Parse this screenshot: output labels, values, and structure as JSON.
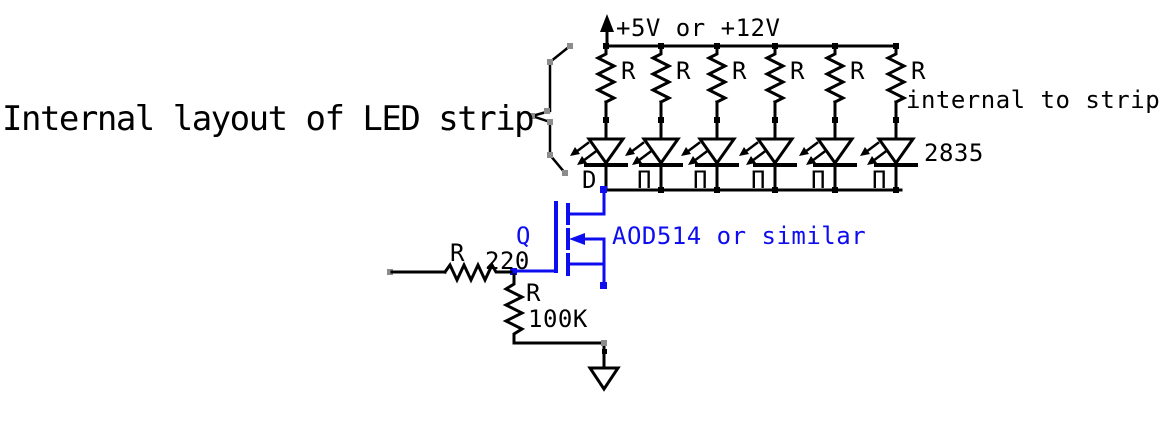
{
  "title": "Internal layout of LED strip",
  "power_rail": {
    "label": "+5V or +12V"
  },
  "led_strip": {
    "note": "internal to strip",
    "led_part": "2835",
    "branches": [
      {
        "resistor": "R",
        "mark": "D"
      },
      {
        "resistor": "R",
        "mark": "Π"
      },
      {
        "resistor": "R",
        "mark": "Π"
      },
      {
        "resistor": "R",
        "mark": "Π"
      },
      {
        "resistor": "R",
        "mark": "Π"
      },
      {
        "resistor": "R",
        "mark": "Π"
      }
    ]
  },
  "driver": {
    "ref": "Q",
    "note": "AOD514 or similar",
    "gate_resistor": {
      "label": "R",
      "value": "220"
    },
    "pulldown_resistor": {
      "label": "R",
      "value": "100K"
    }
  },
  "colors": {
    "wire": "#000000",
    "mosfet_highlight": "#0d0df0",
    "handle": "#8c8c8c",
    "background": "#ffffff"
  }
}
